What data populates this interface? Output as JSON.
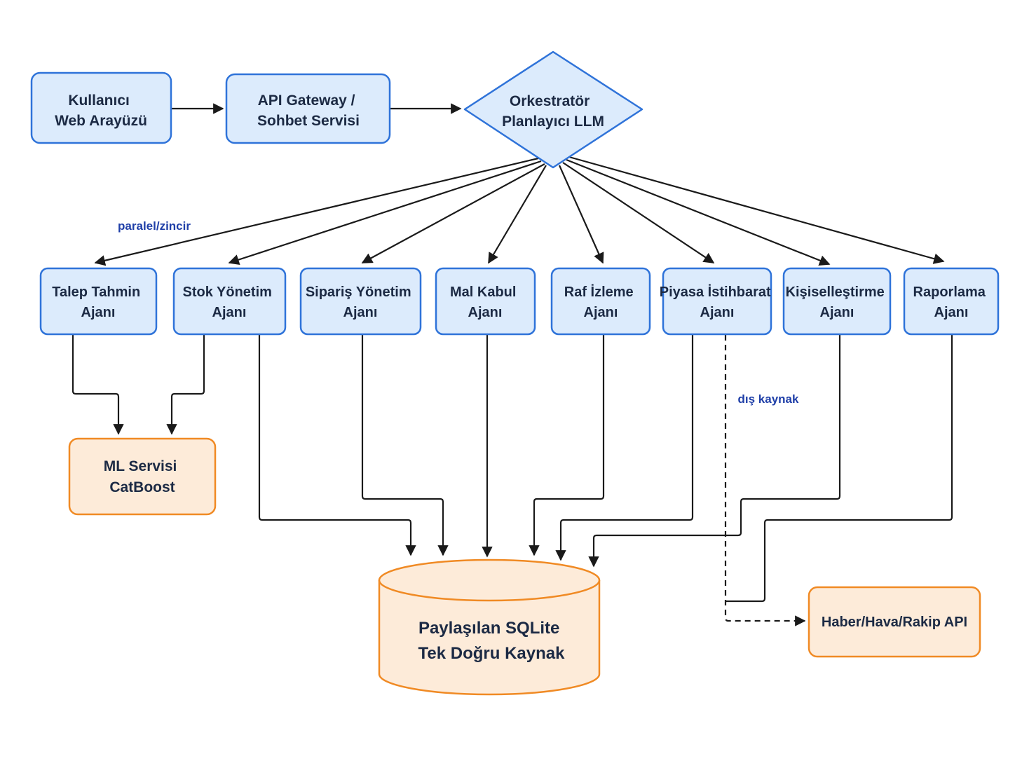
{
  "nodes": {
    "user_ui": {
      "lines": [
        "Kullanıcı",
        "Web Arayüzü"
      ]
    },
    "api_gateway": {
      "lines": [
        "API Gateway /",
        "Sohbet Servisi"
      ]
    },
    "orchestrator": {
      "lines": [
        "Orkestratör",
        "Planlayıcı LLM"
      ]
    },
    "agent_demand": {
      "lines": [
        "Talep Tahmin",
        "Ajanı"
      ]
    },
    "agent_stock": {
      "lines": [
        "Stok Yönetim",
        "Ajanı"
      ]
    },
    "agent_order": {
      "lines": [
        "Sipariş Yönetim",
        "Ajanı"
      ]
    },
    "agent_receiving": {
      "lines": [
        "Mal Kabul",
        "Ajanı"
      ]
    },
    "agent_shelf": {
      "lines": [
        "Raf İzleme",
        "Ajanı"
      ]
    },
    "agent_market": {
      "lines": [
        "Piyasa İstihbarat",
        "Ajanı"
      ]
    },
    "agent_personal": {
      "lines": [
        "Kişiselleştirme",
        "Ajanı"
      ]
    },
    "agent_report": {
      "lines": [
        "Raporlama",
        "Ajanı"
      ]
    },
    "ml_service": {
      "lines": [
        "ML Servisi",
        "CatBoost"
      ]
    },
    "sqlite": {
      "lines": [
        "Paylaşılan SQLite",
        "Tek Doğru Kaynak"
      ]
    },
    "external_api": {
      "lines": [
        "Haber/Hava/Rakip API"
      ]
    }
  },
  "edge_labels": {
    "parallel_chain": "paralel/zincir",
    "external_source": "dış kaynak"
  },
  "colors": {
    "blue_fill": "#dcebfc",
    "blue_stroke": "#2f73d9",
    "orange_fill": "#fdebd9",
    "orange_stroke": "#f08a24",
    "arrow": "#1a1a1a",
    "node_text": "#1c2a44",
    "label_text": "#1f3fa8"
  }
}
